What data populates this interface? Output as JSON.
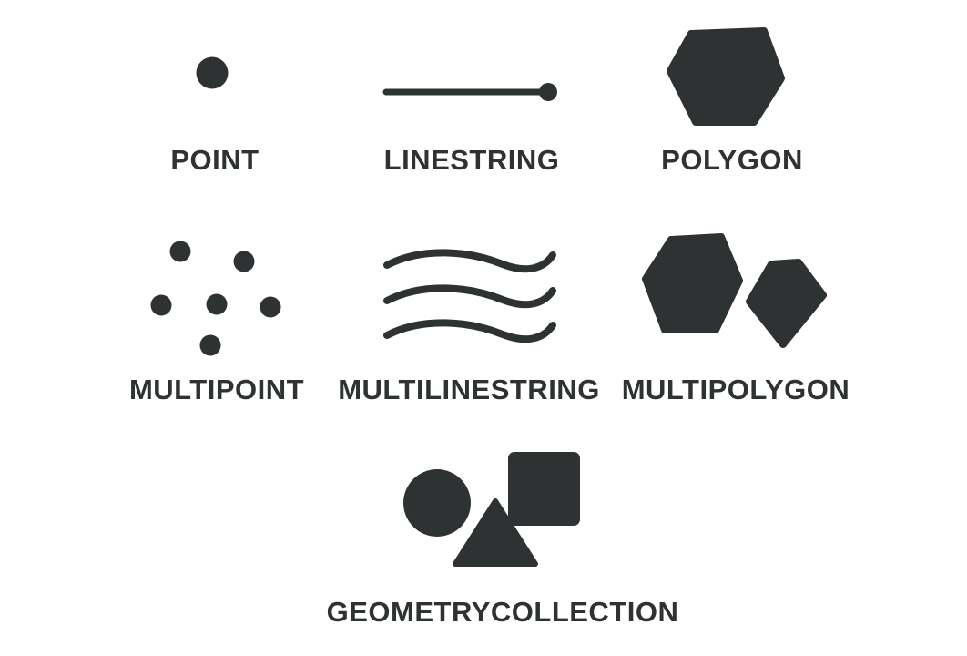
{
  "colors": {
    "ink": "#2f3233",
    "background": "#ffffff"
  },
  "items": [
    {
      "label": "POINT",
      "icon": "point-icon"
    },
    {
      "label": "LINESTRING",
      "icon": "linestring-icon"
    },
    {
      "label": "POLYGON",
      "icon": "polygon-icon"
    },
    {
      "label": "MULTIPOINT",
      "icon": "multipoint-icon"
    },
    {
      "label": "MULTILINESTRING",
      "icon": "multilinestring-icon"
    },
    {
      "label": "MULTIPOLYGON",
      "icon": "multipolygon-icon"
    },
    {
      "label": "GEOMETRYCOLLECTION",
      "icon": "geometrycollection-icon"
    }
  ]
}
